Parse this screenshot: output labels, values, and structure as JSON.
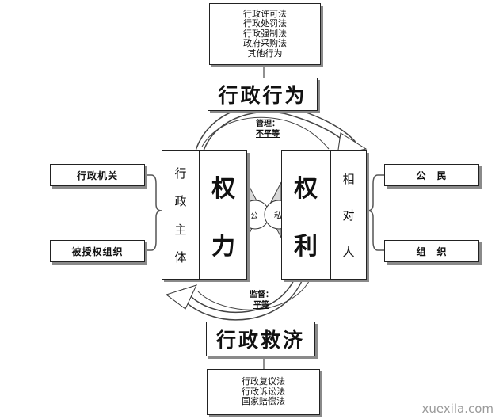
{
  "top_box": {
    "items": [
      "行政许可法",
      "行政处罚法",
      "行政强制法",
      "政府采购法",
      "其他行为"
    ]
  },
  "action_title": "行政行为",
  "remedy_title": "行政救济",
  "bottom_box": {
    "items": [
      "行政复议法",
      "行政诉讼法",
      "国家赔偿法"
    ]
  },
  "left_inputs": [
    "行政机关",
    "被授权组织"
  ],
  "right_inputs": [
    "公　民",
    "组　织"
  ],
  "subject": {
    "chars": [
      "行",
      "政",
      "主",
      "体"
    ]
  },
  "power": {
    "chars": [
      "权",
      "力"
    ]
  },
  "right_power": {
    "chars": [
      "权",
      "利"
    ]
  },
  "counterpart": {
    "chars": [
      "相",
      "对",
      "人"
    ]
  },
  "public_label": "公",
  "private_label": "私",
  "manage_note": {
    "line1": "管理：",
    "line2": "不平等"
  },
  "supervise_note": {
    "line1": "监督：",
    "line2": "平等"
  },
  "watermark": "xuexila.com"
}
